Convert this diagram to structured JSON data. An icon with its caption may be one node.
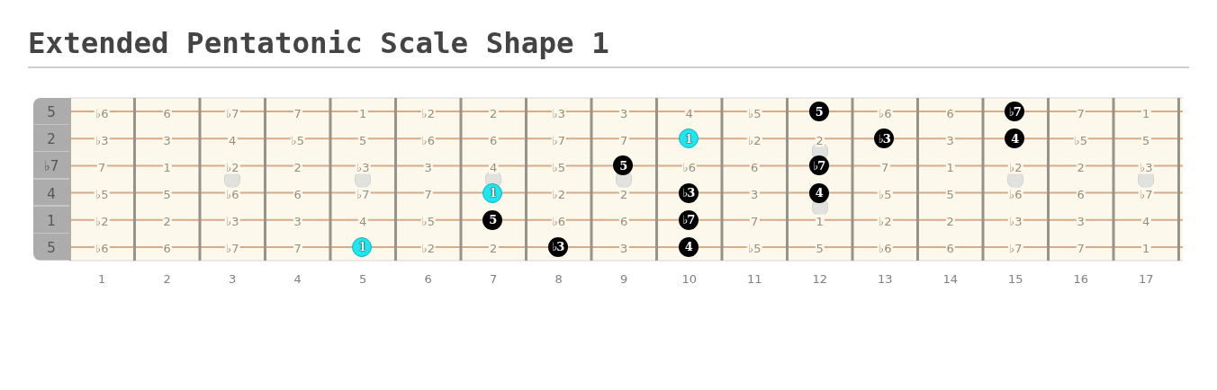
{
  "diagram": {
    "title": "Extended Pentatonic Scale Shape 1",
    "nodes": [
      {
        "text": [
          "5"
        ]
      },
      {
        "text": [
          "♭7"
        ]
      },
      {
        "text": [
          "1"
        ]
      },
      {
        "text": [
          "♭3"
        ]
      },
      {
        "text": [
          "4"
        ]
      },
      {
        "text": [
          "5"
        ]
      },
      {
        "text": [
          "♭7"
        ]
      },
      {
        "text": [
          "1"
        ]
      },
      {
        "text": [
          "♭3"
        ]
      },
      {
        "text": [
          "4"
        ]
      },
      {
        "text": [
          "5"
        ]
      },
      {
        "text": [
          "♭7"
        ]
      },
      {
        "text": [
          "1"
        ]
      },
      {
        "text": [
          "♭3"
        ]
      },
      {
        "text": [
          "4"
        ]
      }
    ],
    "labels": [
      "5",
      "♭6",
      "6",
      "♭7",
      "7",
      "1",
      "♭2",
      "2",
      "♭3",
      "3",
      "4",
      "♭5",
      "♭6",
      "6",
      "7",
      "1",
      "2",
      "♭3",
      "3",
      "4",
      "♭5",
      "5",
      "♭6",
      "6",
      "♭7",
      "7",
      "♭2",
      "2",
      "3",
      "♭5",
      "5",
      "♭7",
      "7",
      "1",
      "♭2",
      "2",
      "♭3",
      "3",
      "4",
      "♭5",
      "♭6",
      "6",
      "7",
      "1",
      "♭2",
      "2",
      "♭3",
      "4",
      "♭5",
      "5",
      "♭6",
      "6",
      "♭7",
      "7",
      "♭2",
      "2",
      "3",
      "♭5",
      "5",
      "♭6",
      "6",
      "♭7",
      "1",
      "♭2",
      "2",
      "♭3",
      "3",
      "4",
      "♭5",
      "♭6",
      "6",
      "7",
      "1",
      "♭2",
      "2",
      "♭3",
      "3",
      "4",
      "5",
      "♭6",
      "6",
      "♭7",
      "7",
      "♭2",
      "2",
      "3",
      "♭5",
      "5",
      "♭6",
      "6",
      "♭7",
      "7",
      "1",
      "1",
      "2",
      "3",
      "4",
      "5",
      "6",
      "7",
      "8",
      "9",
      "10",
      "11",
      "12",
      "13",
      "14",
      "15",
      "16",
      "17"
    ]
  }
}
